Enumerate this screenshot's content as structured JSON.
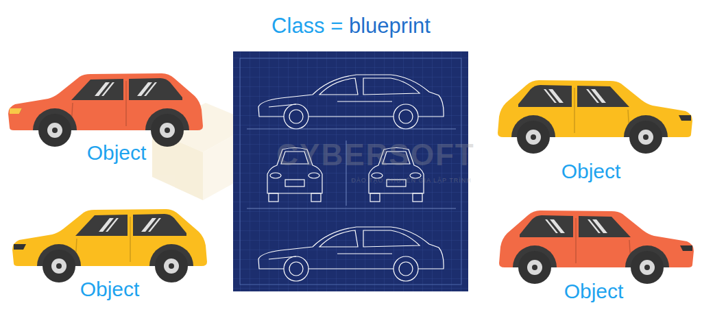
{
  "diagram": {
    "title": "Class = blueprint",
    "labels": [
      "Object",
      "Object",
      "Object",
      "Object",
      "CYBERSOFT",
      "ĐÀO TẠO CHUYÊN GIA LẬP TRÌNH"
    ]
  }
}
